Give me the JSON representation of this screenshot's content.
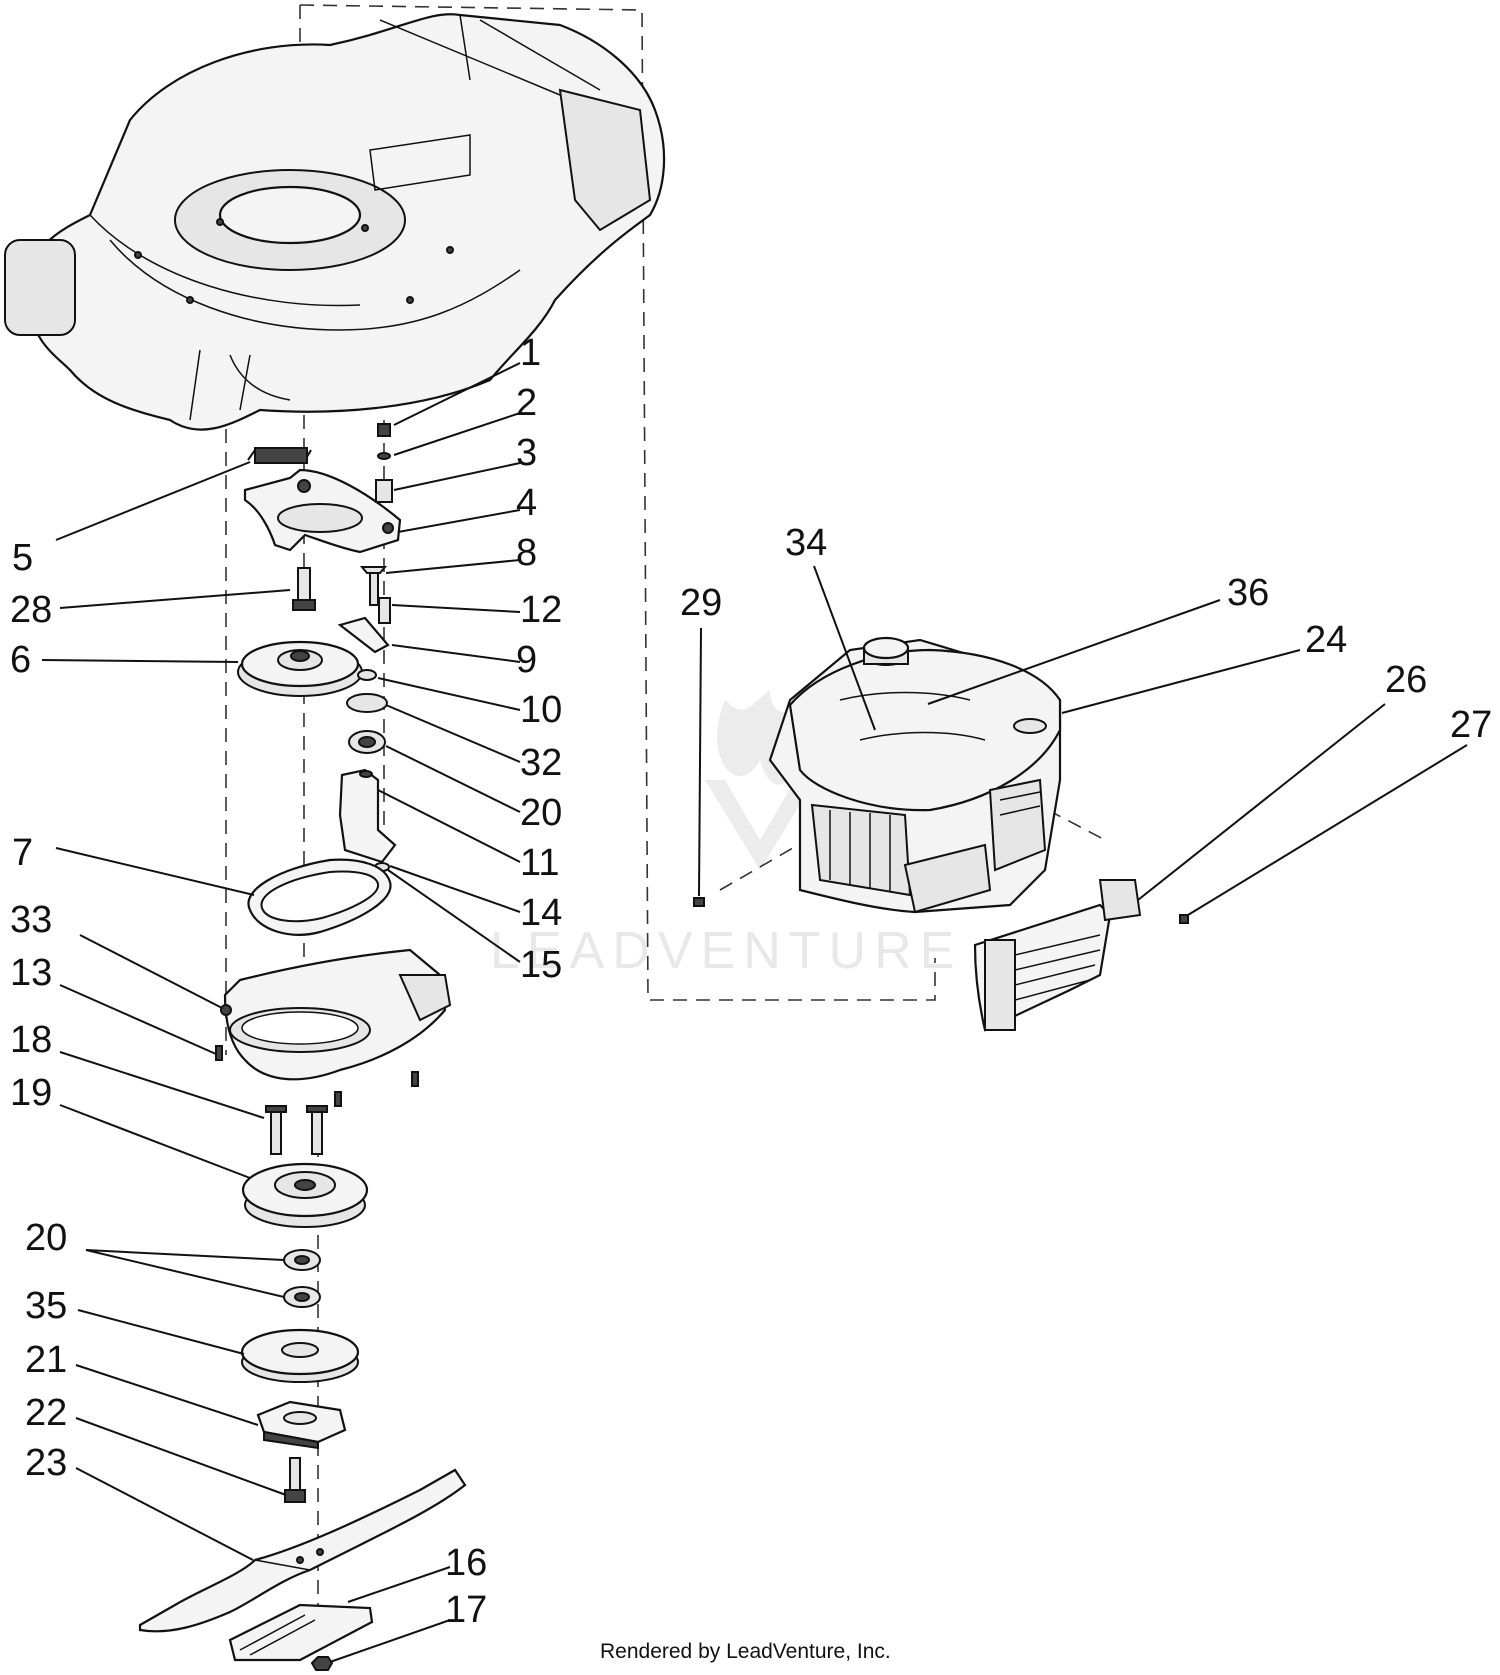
{
  "diagram": {
    "callouts": [
      {
        "id": "c1",
        "text": "1"
      },
      {
        "id": "c2",
        "text": "2"
      },
      {
        "id": "c3",
        "text": "3"
      },
      {
        "id": "c4",
        "text": "4"
      },
      {
        "id": "c5",
        "text": "5"
      },
      {
        "id": "c8",
        "text": "8"
      },
      {
        "id": "c28",
        "text": "28"
      },
      {
        "id": "c12",
        "text": "12"
      },
      {
        "id": "c6",
        "text": "6"
      },
      {
        "id": "c9",
        "text": "9"
      },
      {
        "id": "c10",
        "text": "10"
      },
      {
        "id": "c32",
        "text": "32"
      },
      {
        "id": "c20a",
        "text": "20"
      },
      {
        "id": "c11",
        "text": "11"
      },
      {
        "id": "c7",
        "text": "7"
      },
      {
        "id": "c14",
        "text": "14"
      },
      {
        "id": "c33",
        "text": "33"
      },
      {
        "id": "c15",
        "text": "15"
      },
      {
        "id": "c13",
        "text": "13"
      },
      {
        "id": "c18",
        "text": "18"
      },
      {
        "id": "c19",
        "text": "19"
      },
      {
        "id": "c20b",
        "text": "20"
      },
      {
        "id": "c35",
        "text": "35"
      },
      {
        "id": "c21",
        "text": "21"
      },
      {
        "id": "c22",
        "text": "22"
      },
      {
        "id": "c23",
        "text": "23"
      },
      {
        "id": "c16",
        "text": "16"
      },
      {
        "id": "c17",
        "text": "17"
      },
      {
        "id": "c34",
        "text": "34"
      },
      {
        "id": "c29",
        "text": "29"
      },
      {
        "id": "c36",
        "text": "36"
      },
      {
        "id": "c24",
        "text": "24"
      },
      {
        "id": "c26",
        "text": "26"
      },
      {
        "id": "c27",
        "text": "27"
      }
    ]
  },
  "watermark": "LEADVENTURE",
  "footer": "Rendered by LeadVenture, Inc."
}
